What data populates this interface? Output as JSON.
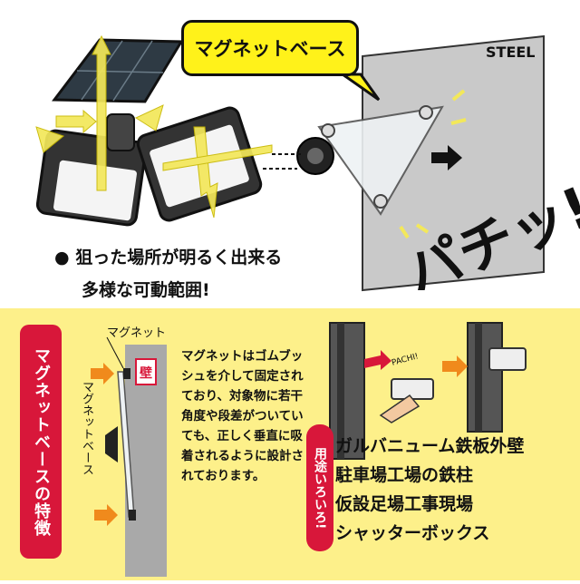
{
  "bubble_title": "マグネットベース",
  "steel_label": "STEEL",
  "sfx": "パチッ!",
  "caption": {
    "line1": "● 狙った場所が明るく出来る",
    "line2": "多様な可動範囲!"
  },
  "feature_title": "マグネットベースの特徴",
  "diagram": {
    "magnet_label": "マグネット",
    "base_label": "マグネットベース",
    "wall_char": "壁"
  },
  "description": "マグネットはゴムブッシュを介して固定されており、対象物に若干角度や段差がついていても、正しく垂直に吸着されるように設計されております。",
  "small_sfx": "PACHI!",
  "uses_badge": "用途いろいろ!",
  "uses": [
    "ガルバニューム鉄板外壁",
    "駐車場工場の鉄柱",
    "仮設足場工事現場",
    "シャッターボックス"
  ],
  "colors": {
    "accent_red": "#d8173a",
    "bubble_yellow": "#fff21a",
    "panel_yellow": "#fdf08a",
    "arrow_yellow": "#f3e85a",
    "arrow_orange": "#f08a1c"
  }
}
